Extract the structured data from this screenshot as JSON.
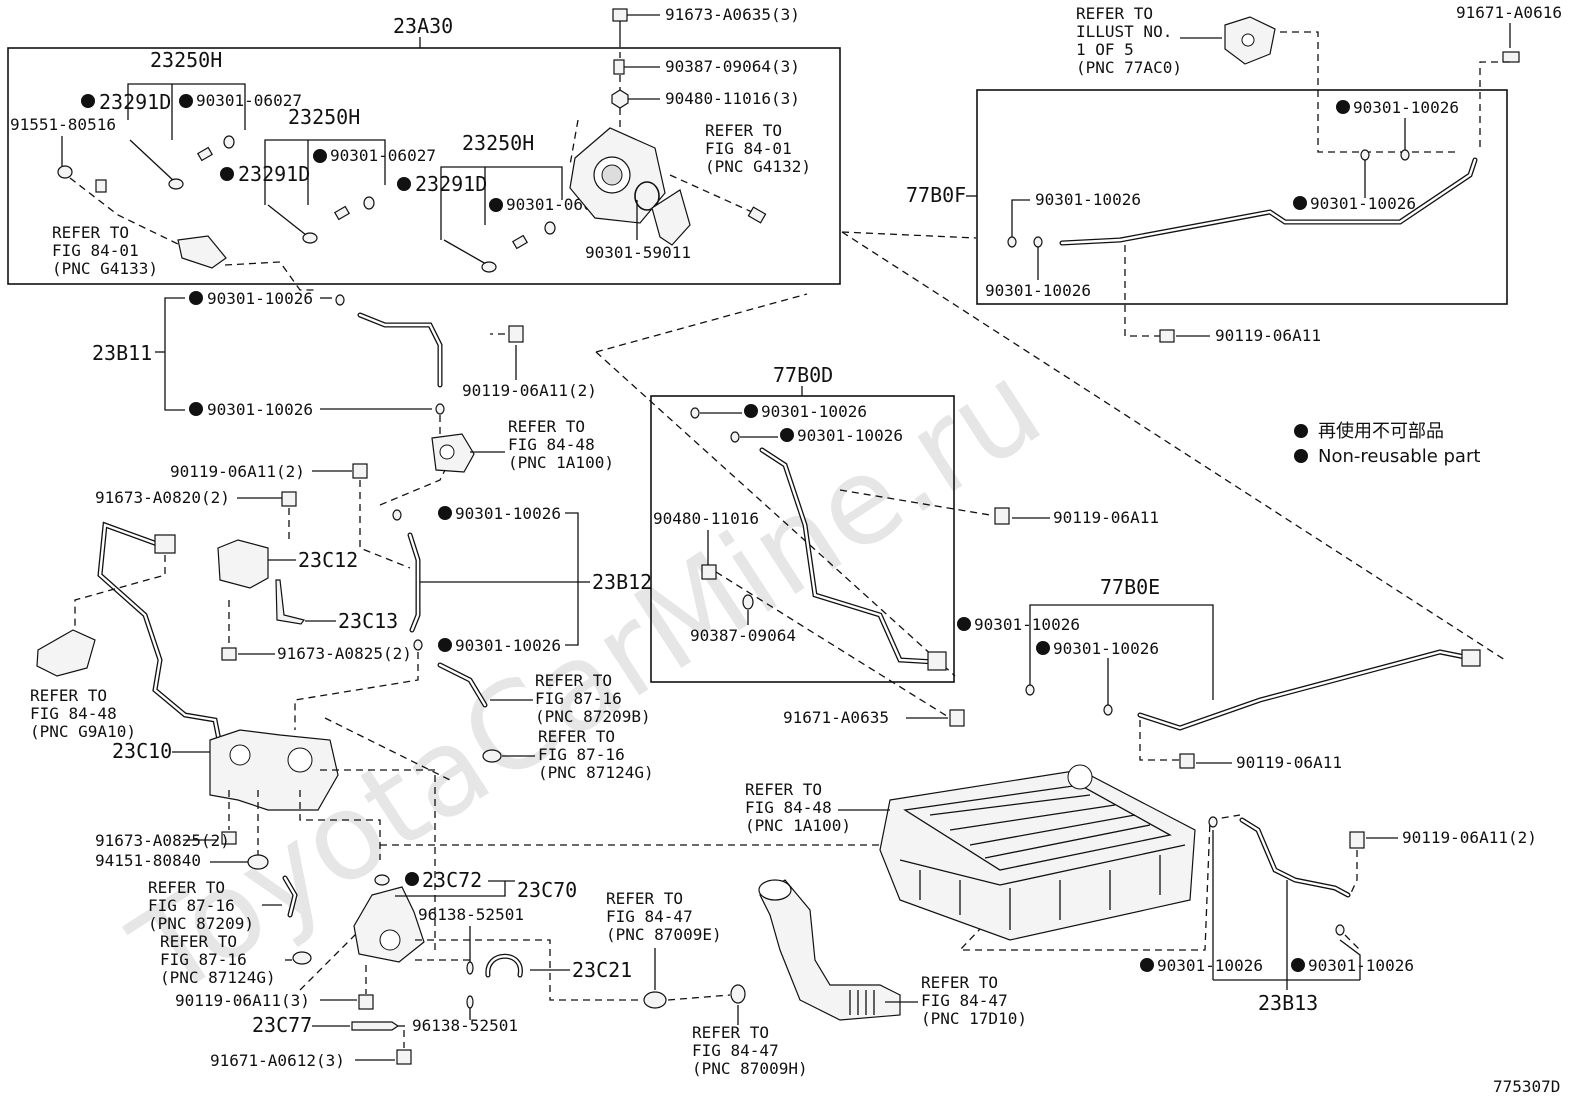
{
  "watermark": "ToyotaCarMine.ru",
  "legend": {
    "jp": "再使用不可部品",
    "en": "Non-reusable part"
  },
  "drawing_id": "775307D",
  "labels": {
    "l23A30": "23A30",
    "l23250H_a": "23250H",
    "l23250H_b": "23250H",
    "l23250H_c": "23250H",
    "l23291D_a": "23291D",
    "l23291D_b": "23291D",
    "l23291D_c": "23291D",
    "l90301_06027_a": "90301-06027",
    "l90301_06027_b": "90301-06027",
    "l90301_06027_c": "90301-06027",
    "l91551_80516": "91551-80516",
    "refer_84_01_a": [
      "REFER TO",
      "FIG 84-01",
      "(PNC G4133)"
    ],
    "l91673_A0635": "91673-A0635(3)",
    "l90387_09064_3": "90387-09064(3)",
    "l90480_11016_3": "90480-11016(3)",
    "refer_84_01_b": [
      "REFER TO",
      "FIG 84-01",
      "(PNC G4132)"
    ],
    "l90301_59011": "90301-59011",
    "refer_illust": [
      "REFER TO",
      "ILLUST NO.",
      "1 OF 5",
      "(PNC 77AC0)"
    ],
    "l91671_A0616": "91671-A0616",
    "l77B0F": "77B0F",
    "l90301_10026_f1": "90301-10026",
    "l90301_10026_f2": "90301-10026",
    "l90301_10026_f3": "90301-10026",
    "l90301_10026_f4": "90301-10026",
    "l90119_06A11_f": "90119-06A11",
    "l23B11": "23B11",
    "l90301_10026_b11a": "90301-10026",
    "l90301_10026_b11b": "90301-10026",
    "l90119_06A11_2a": "90119-06A11(2)",
    "refer_84_48_a": [
      "REFER TO",
      "FIG 84-48",
      "(PNC 1A100)"
    ],
    "l90119_06A11_2b": "90119-06A11(2)",
    "l91673_A0820": "91673-A0820(2)",
    "l23C12": "23C12",
    "l23C13": "23C13",
    "l91673_A0825_a": "91673-A0825(2)",
    "l23B12": "23B12",
    "l90301_10026_b12a": "90301-10026",
    "l90301_10026_b12b": "90301-10026",
    "refer_84_48_b": [
      "REFER TO",
      "FIG 84-48",
      "(PNC G9A10)"
    ],
    "l23C10": "23C10",
    "refer_87_16_a": [
      "REFER TO",
      "FIG 87-16",
      "(PNC 87209B)"
    ],
    "refer_87_16_b": [
      "REFER TO",
      "FIG 87-16",
      "(PNC 87124G)"
    ],
    "l77B0D": "77B0D",
    "l90301_10026_d1": "90301-10026",
    "l90301_10026_d2": "90301-10026",
    "l90480_11016": "90480-11016",
    "l90387_09064": "90387-09064",
    "l90119_06A11_d": "90119-06A11",
    "l91671_A0635": "91671-A0635",
    "l77B0E": "77B0E",
    "l90301_10026_e1": "90301-10026",
    "l90301_10026_e2": "90301-10026",
    "l90119_06A11_e": "90119-06A11",
    "refer_84_48_c": [
      "REFER TO",
      "FIG 84-48",
      "(PNC 1A100)"
    ],
    "l91673_A0825_b": "91673-A0825(2)",
    "l94151_80840": "94151-80840",
    "refer_87_16_c": [
      "REFER TO",
      "FIG 87-16",
      "(PNC 87209)"
    ],
    "refer_87_16_d": [
      "REFER TO",
      "FIG 87-16",
      "(PNC 87124G)"
    ],
    "l90119_06A11_3": "90119-06A11(3)",
    "l23C77": "23C77",
    "l91671_A0612": "91671-A0612(3)",
    "l23C72": "23C72",
    "l23C70": "23C70",
    "l96138_52501_a": "96138-52501",
    "l96138_52501_b": "96138-52501",
    "l23C21": "23C21",
    "refer_84_47_a": [
      "REFER TO",
      "FIG 84-47",
      "(PNC 87009E)"
    ],
    "refer_84_47_b": [
      "REFER TO",
      "FIG 84-47",
      "(PNC 87009H)"
    ],
    "refer_84_47_c": [
      "REFER TO",
      "FIG 84-47",
      "(PNC 17D10)"
    ],
    "l90119_06A11_2c": "90119-06A11(2)",
    "l90301_10026_b13a": "90301-10026",
    "l90301_10026_b13b": "90301-10026",
    "l23B13": "23B13"
  }
}
